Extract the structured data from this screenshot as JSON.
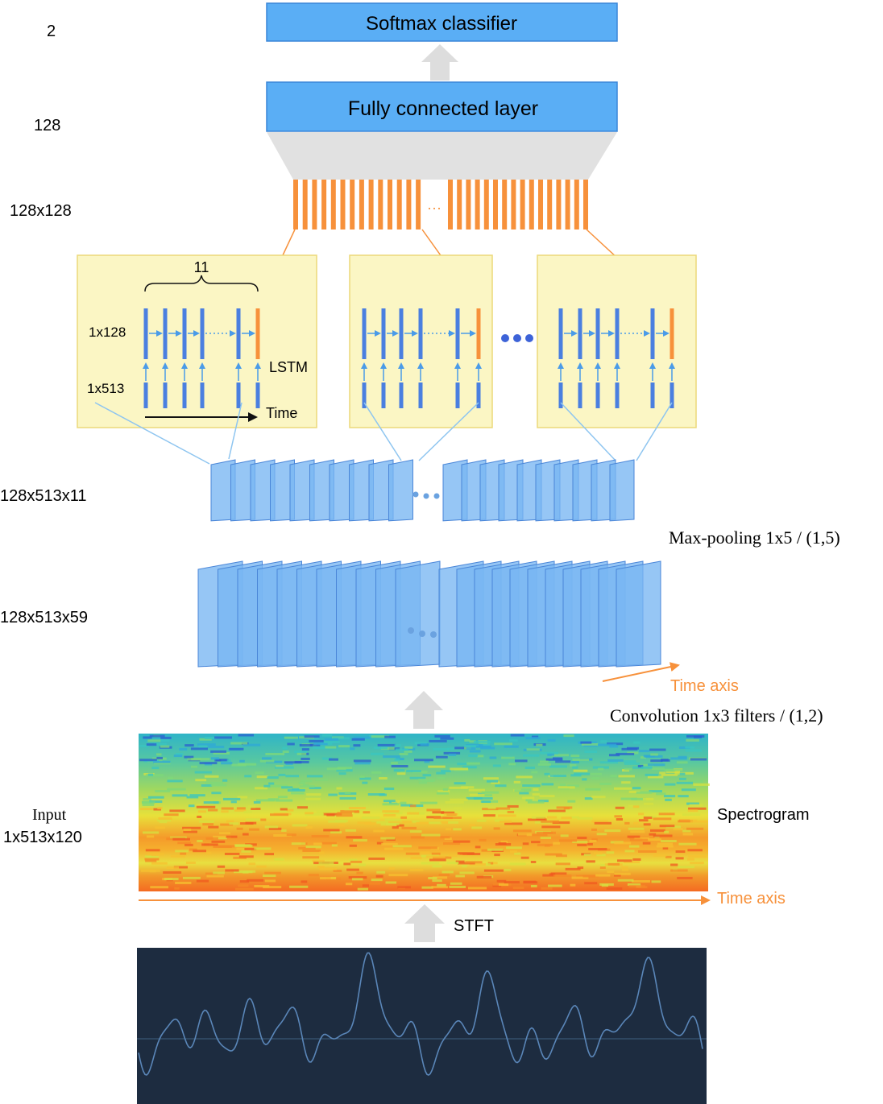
{
  "layers": {
    "softmax": {
      "label": "Softmax classifier",
      "size": "2"
    },
    "fully_connected": {
      "label": "Fully connected layer",
      "size": "128"
    },
    "lstm_outputs": {
      "size": "128x128"
    },
    "lstm": {
      "steps": "11",
      "hidden_label": "1x128",
      "input_label": "1x513",
      "cell_label": "LSTM",
      "time_label": "Time"
    },
    "pooled_maps": {
      "size": "128x513x11",
      "operation": "Max-pooling 1x5 / (1,5)"
    },
    "conv_maps": {
      "size": "128x513x59",
      "time_axis": "Time axis",
      "operation": "Convolution 1x3 filters / (1,2)"
    },
    "input": {
      "label_line1": "Input",
      "label_line2": "1x513x120",
      "name": "Spectrogram",
      "time_axis": "Time axis",
      "transform": "STFT"
    }
  },
  "colors": {
    "layer_box": "#5aaef5",
    "layer_box_border": "#3a86d8",
    "lstm_panel": "#fbf6c4",
    "lstm_panel_border": "#ecd97a",
    "accent_orange": "#f7913b",
    "unit_blue": "#4a7fe0",
    "feature_map": "#79b6f2",
    "arrow_gray": "#dddddd",
    "waveform_bg": "#1d2c40",
    "waveform_line": "#5a86b8"
  },
  "icons": [
    "up-arrow-icon",
    "ellipsis-icon",
    "brace-icon"
  ]
}
